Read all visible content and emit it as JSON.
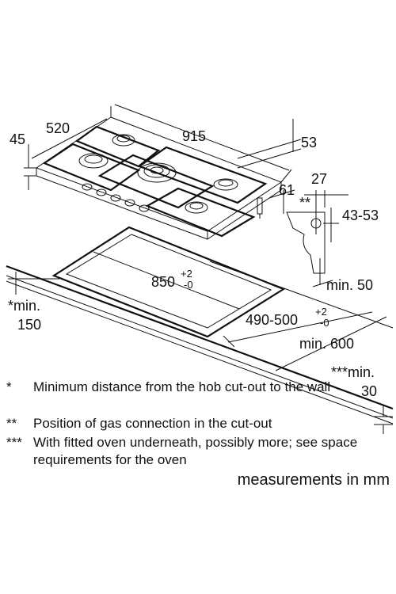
{
  "dimensions": {
    "hob_depth": "520",
    "hob_width": "915",
    "hob_height": "45",
    "side_height": "53",
    "front_height": "61",
    "gas_offset": "27",
    "gas_height": "43-53",
    "cutout_width": "850",
    "cutout_width_tol_plus": "+2",
    "cutout_width_tol_minus": "-0",
    "cutout_depth": "490-500",
    "cutout_depth_tol_plus": "+2",
    "cutout_depth_tol_minus": "-0",
    "worktop_depth": "min. 600",
    "front_min": "min. 50",
    "wall_marker": "*min.",
    "wall_value": "150",
    "oven_marker": "***min.",
    "oven_value": "30",
    "gas_marker": "**"
  },
  "notes": [
    {
      "marker": "*",
      "text": "Minimum distance from the hob cut-out to the wall"
    },
    {
      "marker": "**",
      "text": "Position of gas connection in the cut-out"
    },
    {
      "marker": "***",
      "text": "With fitted oven underneath, possibly more; see space requirements for the oven"
    }
  ],
  "units": "measurements in mm"
}
